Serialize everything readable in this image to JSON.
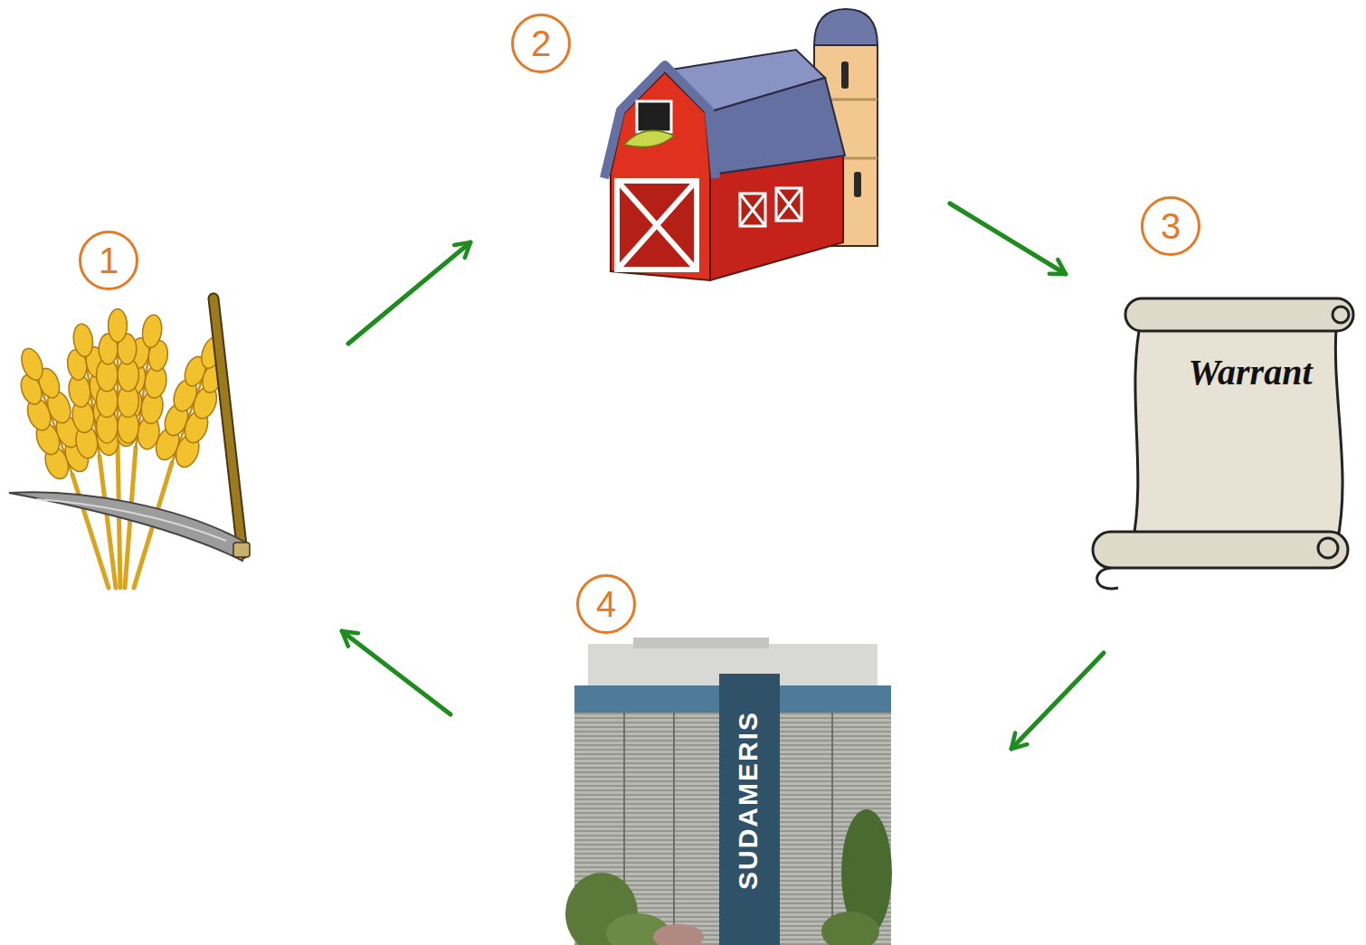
{
  "diagram": {
    "nodes": [
      {
        "text": [
          "1"
        ]
      },
      {
        "text": [
          "2"
        ]
      },
      {
        "text": [
          "3",
          "Warrant"
        ]
      },
      {
        "text": [
          "4",
          "SUDAMERIS"
        ]
      }
    ],
    "edges": [
      {
        "from": 0,
        "to": 1,
        "arrow": "to"
      },
      {
        "from": 1,
        "to": 2,
        "arrow": "to"
      },
      {
        "from": 2,
        "to": 3,
        "arrow": "to"
      },
      {
        "from": 3,
        "to": 0,
        "arrow": "to"
      }
    ]
  }
}
